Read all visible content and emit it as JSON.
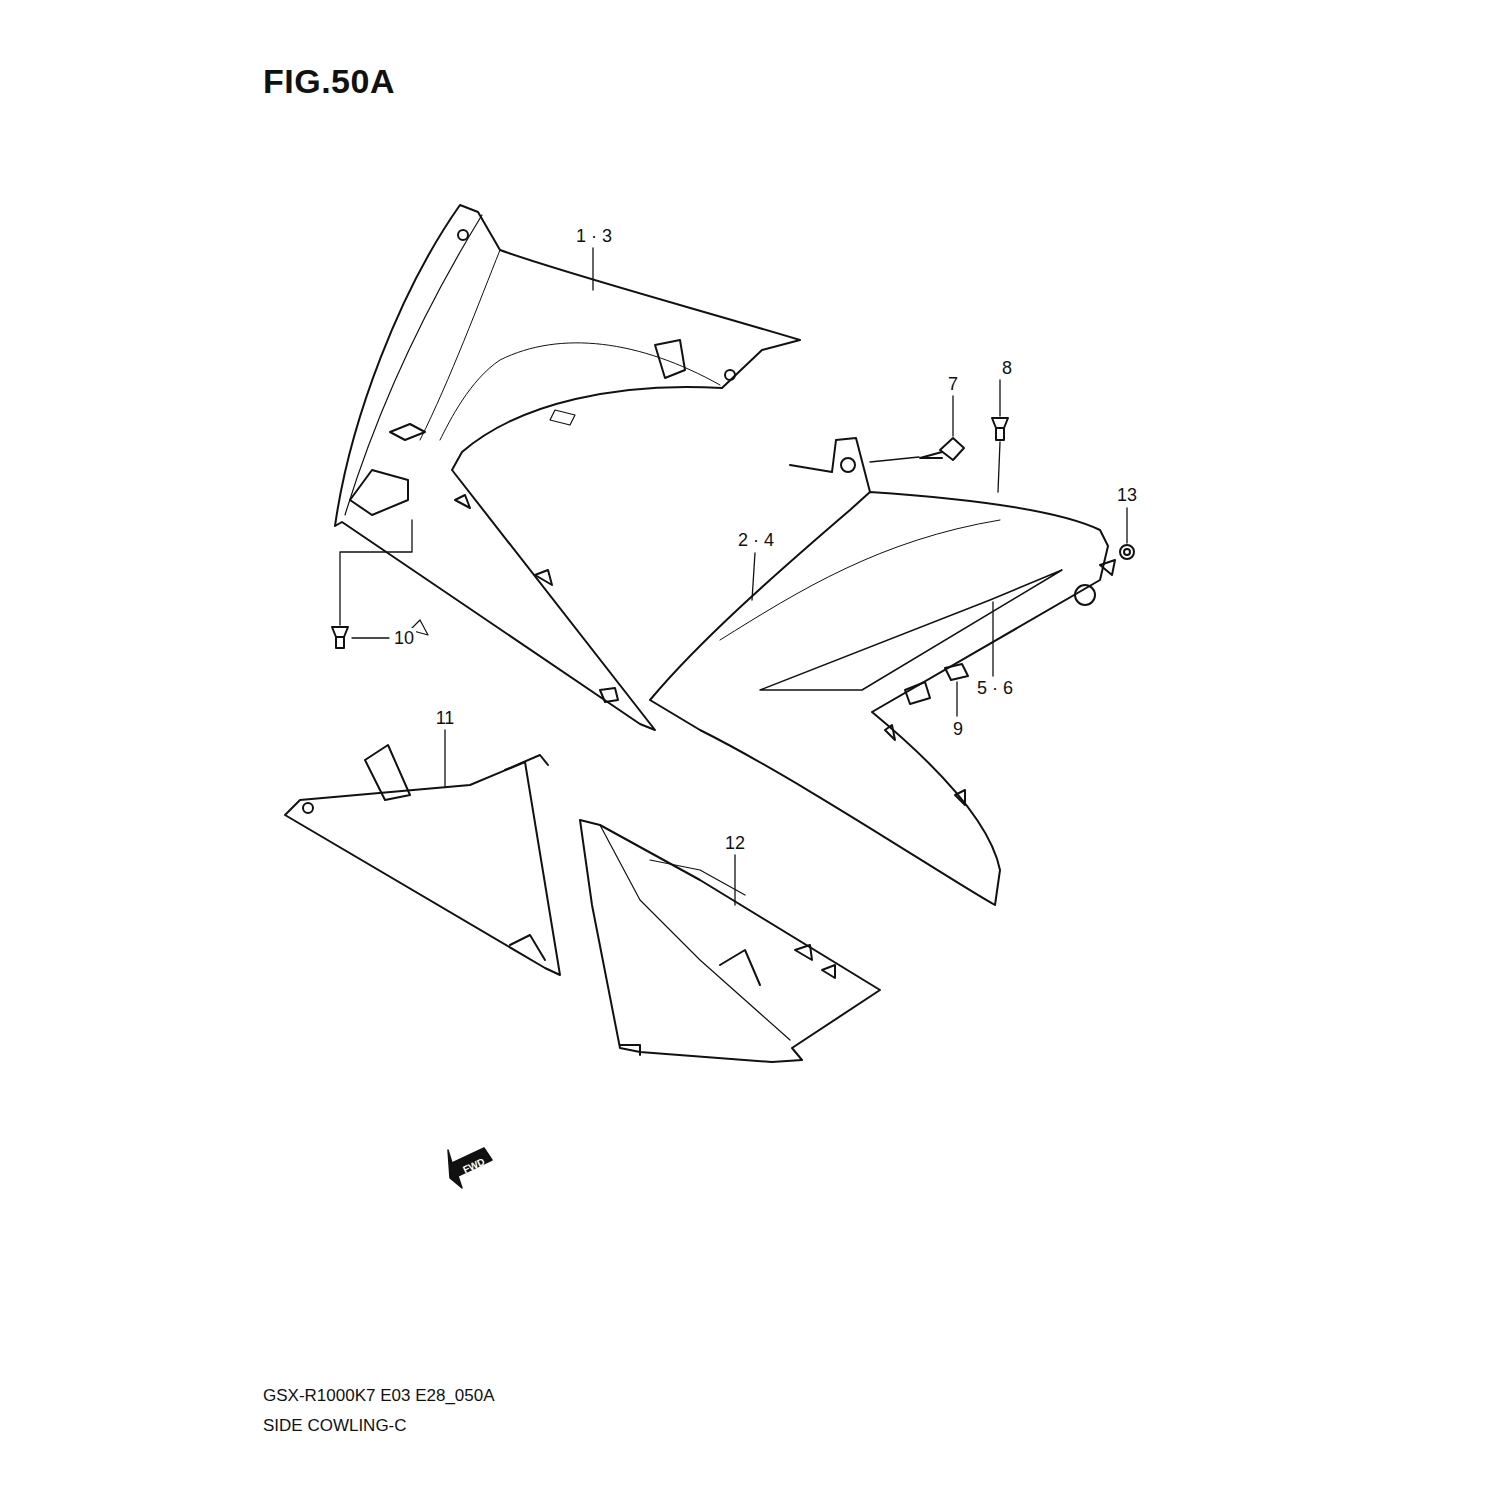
{
  "diagram": {
    "title": "FIG.50A",
    "caption": "SIDE COWLING-C",
    "labels": [
      "1 · 3",
      "7",
      "8",
      "13",
      "2 · 4",
      "10",
      "5 · 6",
      "9",
      "11",
      "12",
      "FWD",
      "GSX-R1000K7 E03 E28_050A"
    ]
  }
}
